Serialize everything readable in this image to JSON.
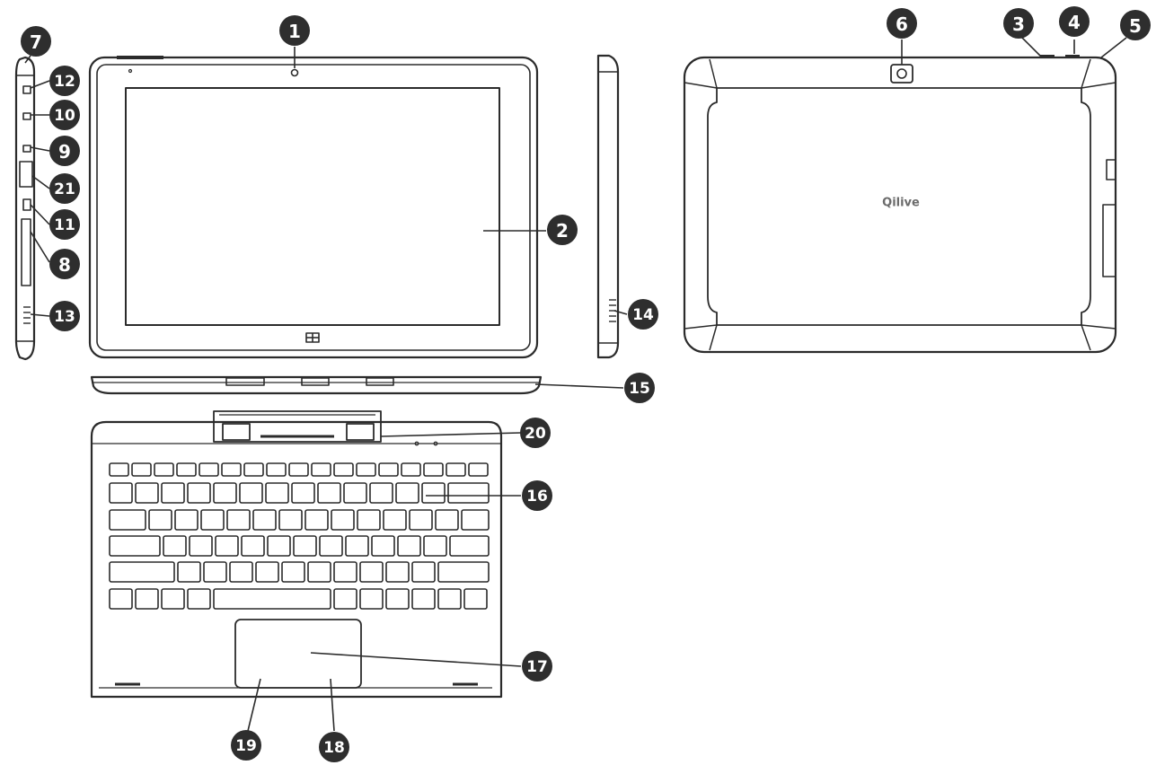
{
  "brand": {
    "label": "Qilive"
  },
  "colors": {
    "line": "#2b2b2b",
    "callout_fill": "#2e2e2e",
    "callout_text": "#ffffff",
    "background": "#ffffff"
  },
  "callouts": [
    {
      "id": "1",
      "label": "1"
    },
    {
      "id": "2",
      "label": "2"
    },
    {
      "id": "3",
      "label": "3"
    },
    {
      "id": "4",
      "label": "4"
    },
    {
      "id": "5",
      "label": "5"
    },
    {
      "id": "6",
      "label": "6"
    },
    {
      "id": "7",
      "label": "7"
    },
    {
      "id": "8",
      "label": "8"
    },
    {
      "id": "9",
      "label": "9"
    },
    {
      "id": "10",
      "label": "10"
    },
    {
      "id": "11",
      "label": "11"
    },
    {
      "id": "12",
      "label": "12"
    },
    {
      "id": "13",
      "label": "13"
    },
    {
      "id": "14",
      "label": "14"
    },
    {
      "id": "15",
      "label": "15"
    },
    {
      "id": "16",
      "label": "16"
    },
    {
      "id": "17",
      "label": "17"
    },
    {
      "id": "18",
      "label": "18"
    },
    {
      "id": "19",
      "label": "19"
    },
    {
      "id": "20",
      "label": "20"
    },
    {
      "id": "21",
      "label": "21"
    }
  ]
}
